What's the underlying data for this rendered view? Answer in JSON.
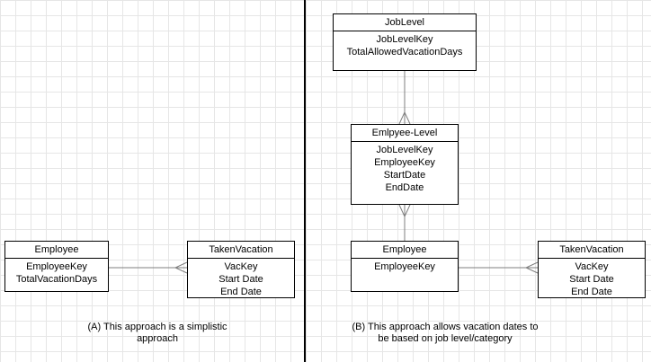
{
  "panel_a": {
    "employee": {
      "title": "Employee",
      "fields": [
        "EmployeeKey",
        "TotalVacationDays"
      ]
    },
    "taken_vacation": {
      "title": "TakenVacation",
      "fields": [
        "VacKey",
        "Start Date",
        "End Date"
      ]
    },
    "caption": [
      "(A) This approach is a simplistic",
      "approach"
    ]
  },
  "panel_b": {
    "job_level": {
      "title": "JobLevel",
      "fields": [
        "JobLevelKey",
        "TotalAllowedVacationDays"
      ]
    },
    "employee_level": {
      "title": "Emlpyee-Level",
      "fields": [
        "JobLevelKey",
        "EmployeeKey",
        "StartDate",
        "EndDate"
      ]
    },
    "employee": {
      "title": "Employee",
      "fields": [
        "EmployeeKey"
      ]
    },
    "taken_vacation": {
      "title": "TakenVacation",
      "fields": [
        "VacKey",
        "Start Date",
        "End Date"
      ]
    },
    "caption": [
      "(B) This approach allows vacation dates to",
      "be based on job level/category"
    ]
  },
  "connections": [
    {
      "panel": "A",
      "from": "Employee",
      "to": "TakenVacation",
      "cardinality": "one-to-many"
    },
    {
      "panel": "B",
      "from": "JobLevel",
      "to": "Emlpyee-Level",
      "cardinality": "one-to-many"
    },
    {
      "panel": "B",
      "from": "Employee",
      "to": "Emlpyee-Level",
      "cardinality": "one-to-many"
    },
    {
      "panel": "B",
      "from": "Employee",
      "to": "TakenVacation",
      "cardinality": "one-to-many"
    }
  ],
  "colors": {
    "background": "#ffffff",
    "grid": "#e6e6e6",
    "box_border": "#000000",
    "connector": "#7f7f7f",
    "divider": "#000000"
  }
}
